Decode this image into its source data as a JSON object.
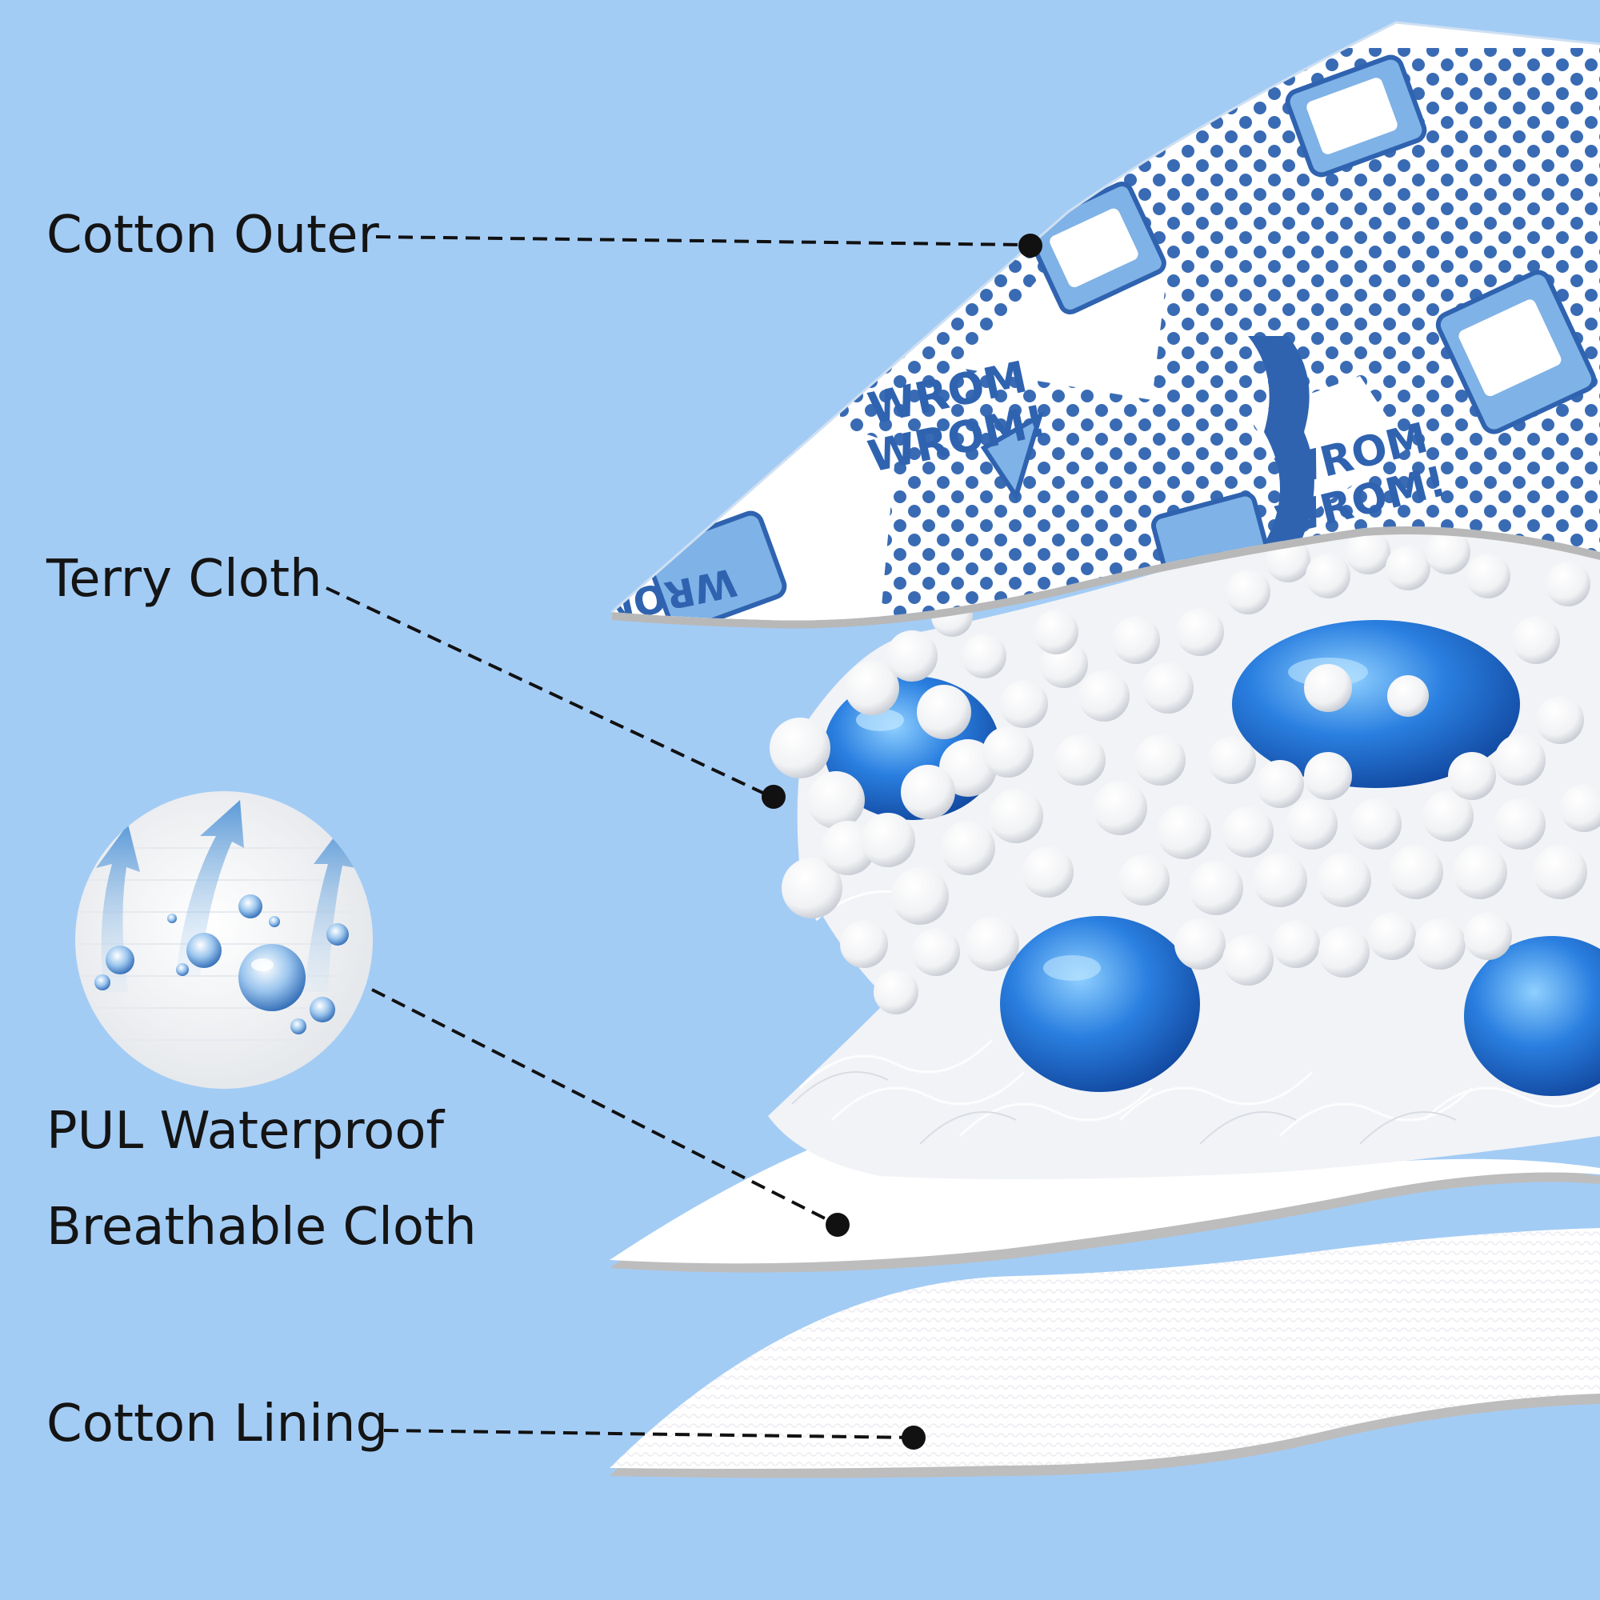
{
  "labels": {
    "cotton_outer": "Cotton Outer",
    "terry_cloth": "Terry Cloth",
    "pul_line1": "PUL Waterproof",
    "pul_line2": "Breathable Cloth",
    "cotton_lining": "Cotton Lining"
  },
  "print_text": [
    "WROM",
    "WROM!"
  ],
  "colors": {
    "background": "#a3ccf5",
    "label_text": "#141414",
    "print_blue": "#2f63b0",
    "print_light_blue": "#7fb2e6",
    "bead_blue": "#1f6fd0",
    "layer_white": "#ffffff",
    "layer_edge": "#b8b8b8"
  },
  "icons": [
    "water-droplet-icon",
    "airflow-arrow-icon"
  ]
}
